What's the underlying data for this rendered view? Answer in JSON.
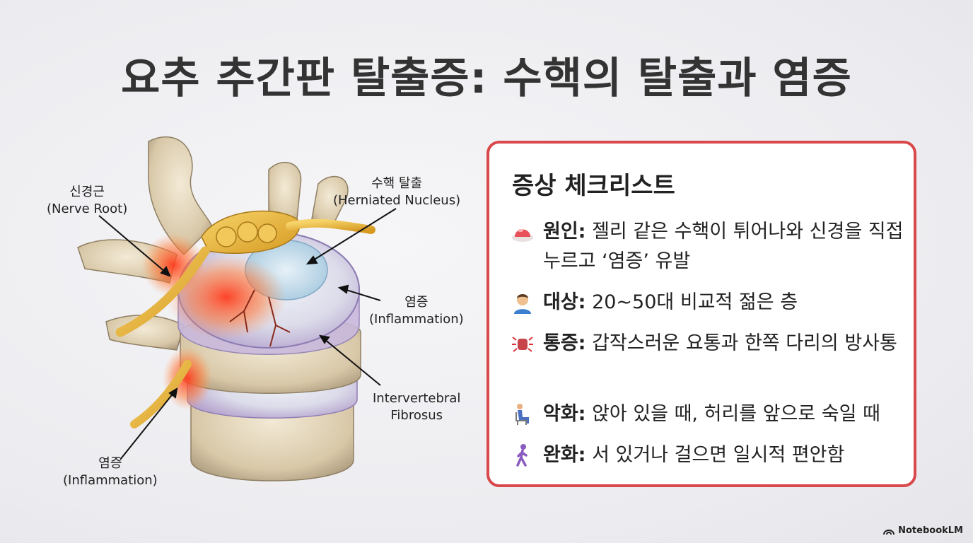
{
  "title": "요추 추간판 탈출증: 수핵의 탈출과 염증",
  "labels": {
    "nerve_root": {
      "ko": "신경근",
      "en": "(Nerve Root)"
    },
    "herniated": {
      "ko": "수핵 탈출",
      "en": "(Herniated Nucleus)"
    },
    "inflammation_right": {
      "ko": "염증",
      "en": "(Inflammation)"
    },
    "fibrosus": {
      "ko": "Intervertebral",
      "en": "Fibrosus"
    },
    "inflammation_left": {
      "ko": "염증",
      "en": "(Inflammation)"
    }
  },
  "checklist": {
    "title": "증상 체크리스트",
    "items": [
      {
        "key": "원인:",
        "text": " 젤리 같은 수핵이 튀어나와 신경을 직접 누르고 ‘염증’ 유발",
        "icon": "jelly-icon"
      },
      {
        "key": "대상:",
        "text": " 20~50대 비교적 젊은 층",
        "icon": "person-icon"
      },
      {
        "key": "통증:",
        "text": " 갑작스러운 요통과 한쪽 다리의 방사통",
        "icon": "pain-icon"
      },
      {
        "key": "악화:",
        "text": " 앉아 있을 때, 허리를 앞으로 숙일 때",
        "icon": "sitting-person-icon"
      },
      {
        "key": "완화:",
        "text": " 서 있거나 걸으면 일시적 편안함",
        "icon": "walking-person-icon"
      }
    ]
  },
  "brand": "NotebookLM",
  "colors": {
    "card_border": "#d9484a",
    "title": "#333333"
  }
}
